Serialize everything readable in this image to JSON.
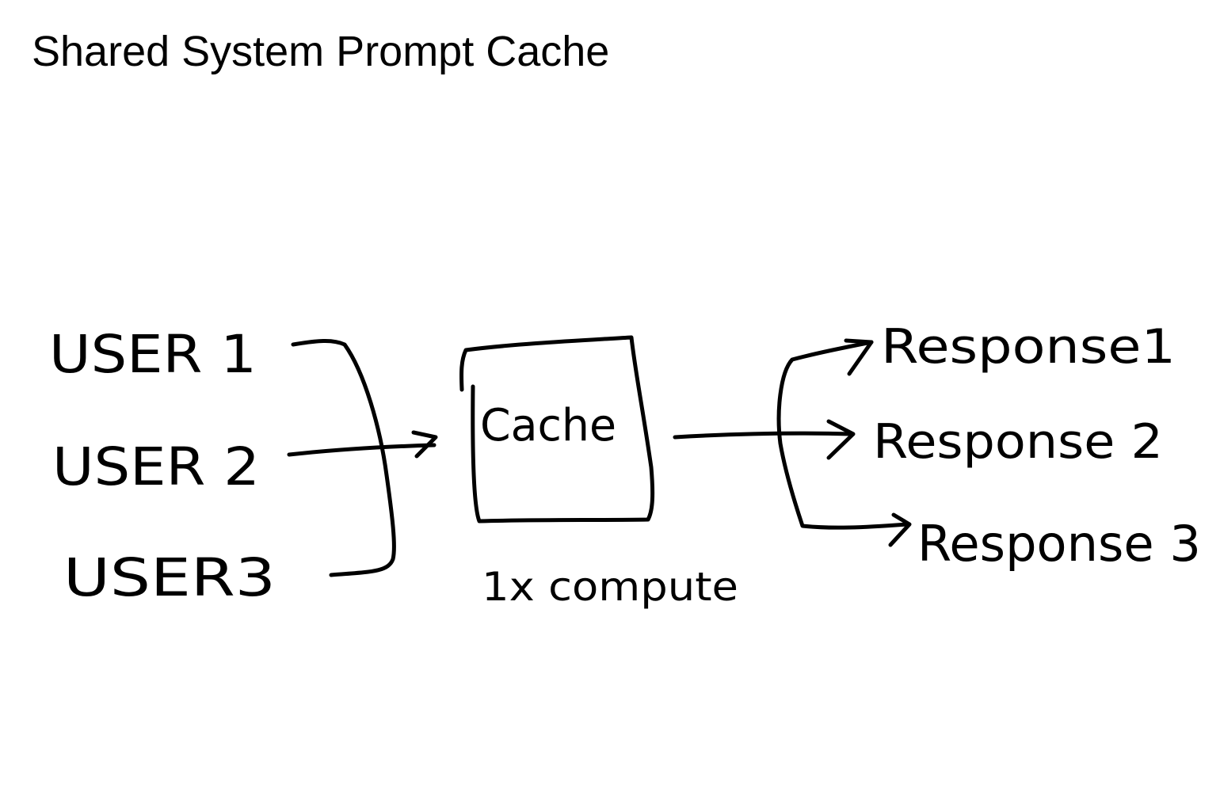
{
  "title": "Shared System Prompt Cache",
  "users": [
    {
      "label": "USER 1"
    },
    {
      "label": "USER 2"
    },
    {
      "label": "USER3"
    }
  ],
  "cache": {
    "label": "Cache",
    "caption": "1x compute"
  },
  "responses": [
    {
      "label": "Response1"
    },
    {
      "label": "Response 2"
    },
    {
      "label": "Response 3"
    }
  ],
  "colors": {
    "ink": "#000000",
    "background": "#ffffff"
  }
}
